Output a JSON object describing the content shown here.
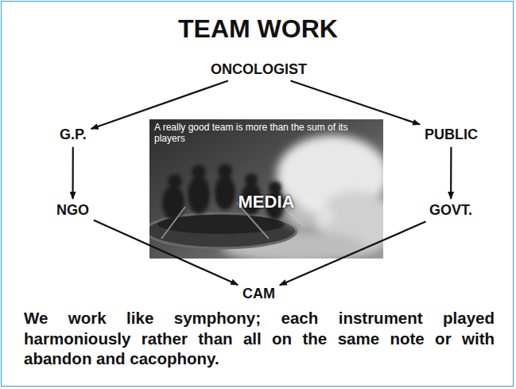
{
  "diagram": {
    "title": "TEAM WORK",
    "caption": "We work like symphony; each instrument played harmoniously rather than all on the same note or with abandon and cacophony.",
    "nodes": [
      {
        "text": [
          "ONCOLOGIST"
        ]
      },
      {
        "text": [
          "G.P."
        ]
      },
      {
        "text": [
          "A really good team is more than the sum of its players",
          "MEDIA"
        ]
      },
      {
        "text": [
          "PUBLIC"
        ]
      },
      {
        "text": [
          "NGO"
        ]
      },
      {
        "text": [
          "GOVT."
        ]
      },
      {
        "text": [
          "CAM"
        ]
      }
    ],
    "edges": [
      {
        "from": 0,
        "to": 1,
        "arrow": "to"
      },
      {
        "from": 0,
        "to": 3,
        "arrow": "to"
      },
      {
        "from": 1,
        "to": 4,
        "arrow": "to"
      },
      {
        "from": 3,
        "to": 5,
        "arrow": "to"
      },
      {
        "from": 4,
        "to": 6,
        "arrow": "to"
      },
      {
        "from": 5,
        "to": 6,
        "arrow": "to"
      }
    ]
  }
}
